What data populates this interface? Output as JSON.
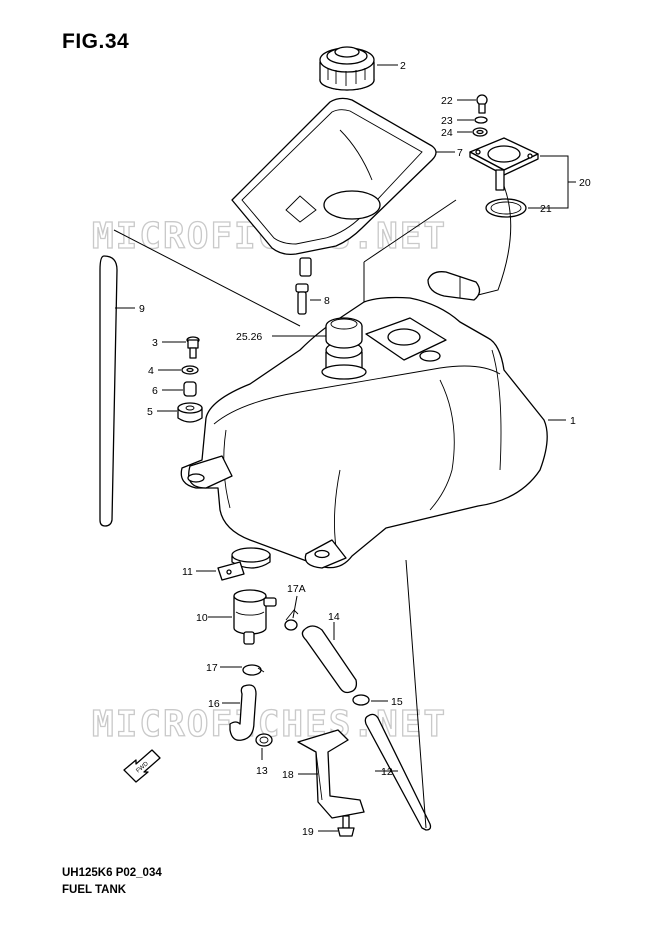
{
  "header": {
    "figure_label": "FIG.34"
  },
  "footer": {
    "model_code": "UH125K6 P02_034",
    "section_name": "FUEL TANK"
  },
  "watermark": {
    "text": "MICROFICHES.NET"
  },
  "direction_arrow": {
    "label": "FWD"
  },
  "callouts": [
    {
      "id": "p2",
      "text": "2"
    },
    {
      "id": "p7",
      "text": "7"
    },
    {
      "id": "p22",
      "text": "22"
    },
    {
      "id": "p23",
      "text": "23"
    },
    {
      "id": "p24",
      "text": "24"
    },
    {
      "id": "p20",
      "text": "20"
    },
    {
      "id": "p21",
      "text": "21"
    },
    {
      "id": "p9",
      "text": "9"
    },
    {
      "id": "p8",
      "text": "8"
    },
    {
      "id": "p25",
      "text": "25.26"
    },
    {
      "id": "p3",
      "text": "3"
    },
    {
      "id": "p4",
      "text": "4"
    },
    {
      "id": "p6",
      "text": "6"
    },
    {
      "id": "p5",
      "text": "5"
    },
    {
      "id": "p1",
      "text": "1"
    },
    {
      "id": "p11",
      "text": "11"
    },
    {
      "id": "p17a",
      "text": "17A"
    },
    {
      "id": "p10",
      "text": "10"
    },
    {
      "id": "p14",
      "text": "14"
    },
    {
      "id": "p17",
      "text": "17"
    },
    {
      "id": "p15",
      "text": "15"
    },
    {
      "id": "p16",
      "text": "16"
    },
    {
      "id": "p13",
      "text": "13"
    },
    {
      "id": "p12",
      "text": "12"
    },
    {
      "id": "p18",
      "text": "18"
    },
    {
      "id": "p19",
      "text": "19"
    }
  ],
  "colors": {
    "ink": "#000000",
    "watermark": "#c9c9c9",
    "background": "#ffffff"
  }
}
